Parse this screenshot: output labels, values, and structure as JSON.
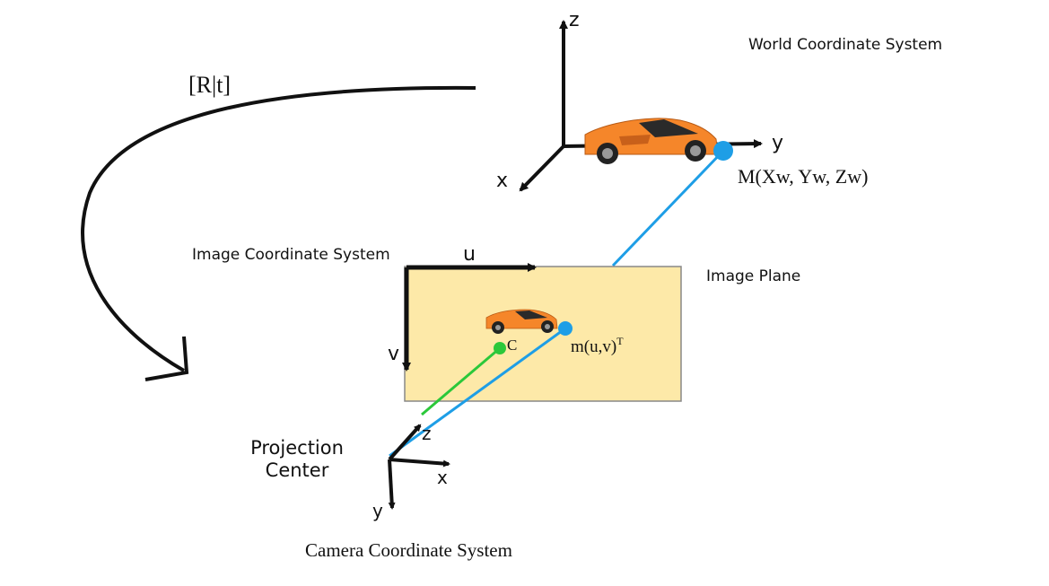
{
  "labels": {
    "world_system": "World Coordinate System",
    "rotation_translation": "[R|t]",
    "image_system": "Image Coordinate System",
    "image_plane": "Image Plane",
    "world_point": "M(Xw, Yw, Zw)",
    "image_point_base": "m(u,v)",
    "image_point_sup": "T",
    "principal_point": "C",
    "projection_center_line1": "Projection",
    "projection_center_line2": "Center",
    "camera_system": "Camera Coordinate System"
  },
  "axes": {
    "world": {
      "z": "z",
      "y": "y",
      "x": "x"
    },
    "image": {
      "u": "u",
      "v": "v"
    },
    "camera": {
      "z": "z",
      "x": "x",
      "y": "y"
    }
  },
  "colors": {
    "image_plane_fill": "#fde9a8",
    "image_plane_stroke": "#888888",
    "ray_blue": "#1e9ee6",
    "ray_green": "#2bc83a",
    "point_blue": "#1e9ee6",
    "point_green": "#2bc83a",
    "car_body": "#f5862a",
    "axis": "#111111"
  },
  "icons": {
    "world_car": "sports-car-icon",
    "image_car": "sports-car-icon"
  }
}
